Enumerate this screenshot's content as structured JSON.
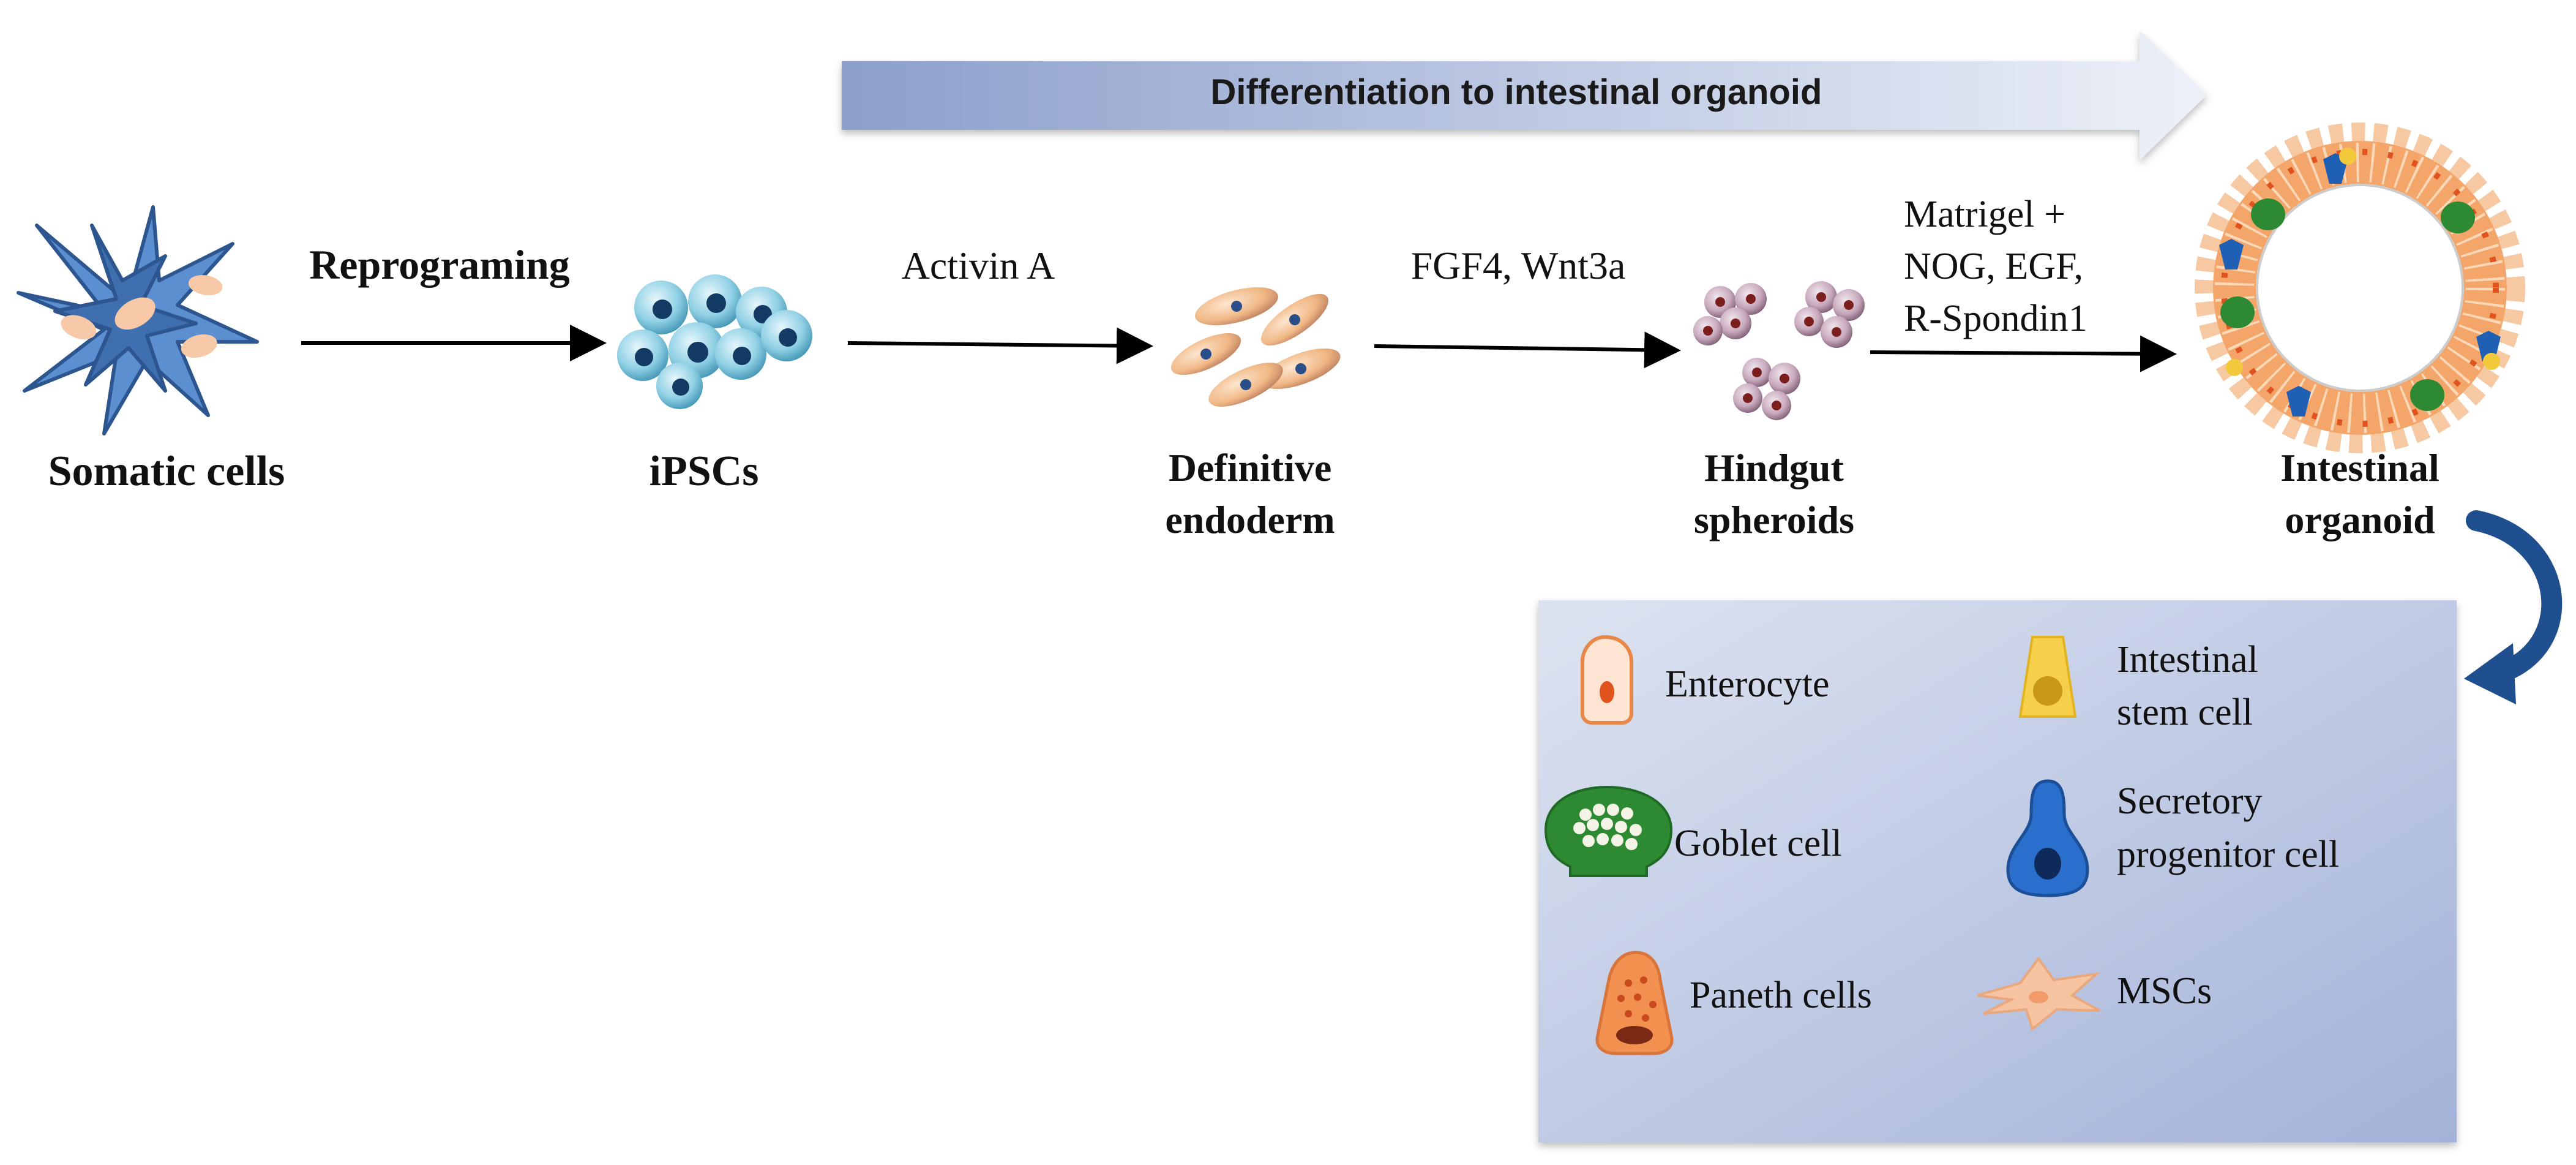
{
  "banner": {
    "title": "Differentiation to intestinal organoid",
    "colors": {
      "start": "#8c9fcc",
      "end": "#e9edf6"
    }
  },
  "stages": {
    "somatic": "Somatic cells",
    "ipsc": "iPSCs",
    "endoderm": [
      "Definitive",
      "endoderm"
    ],
    "hindgut": [
      "Hindgut",
      "spheroids"
    ],
    "organoid": [
      "Intestinal",
      "organoid"
    ]
  },
  "steps": {
    "reprogramming": "Reprograming",
    "activin": "Activin A",
    "fgf": "FGF4, Wnt3a",
    "matrigel": [
      "Matrigel +",
      "NOG, EGF,",
      "R-Spondin1"
    ]
  },
  "legend": {
    "enterocyte": "Enterocyte",
    "stem": [
      "Intestinal",
      "stem cell"
    ],
    "goblet": "Goblet cell",
    "secretory": [
      "Secretory",
      "progenitor cell"
    ],
    "paneth": "Paneth cells",
    "msc": "MSCs"
  },
  "colors": {
    "somatic": "#3f6fae",
    "ipsc": "#6fc0d8",
    "endoderm": "#e8a070",
    "hindgut": "#8a4a4a",
    "enterocyte": "#f39a5a",
    "goblet": "#2d8a33",
    "stem": "#f3c93c",
    "secretory": "#1f5fb4",
    "paneth": "#f08a4a",
    "msc": "#f6c4a0",
    "legend_bg": "#c4cde3",
    "curved_arrow": "#1f4f8f"
  }
}
